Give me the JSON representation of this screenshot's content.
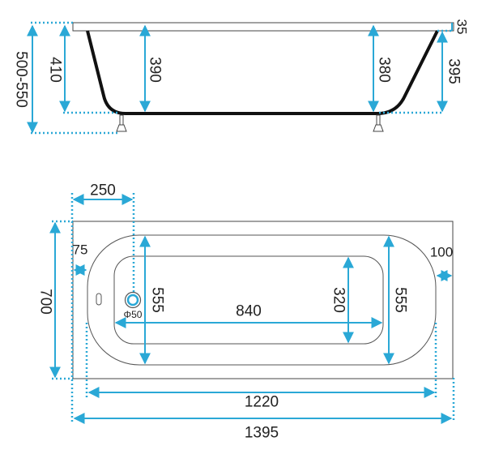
{
  "colors": {
    "dimension": "#2aa8d6",
    "outline": "#111111",
    "thin_outline": "#444444",
    "text": "#222222"
  },
  "side_view": {
    "dims": {
      "overall_height": "500-550",
      "left_depth": "410",
      "inner_left": "390",
      "inner_right": "380",
      "right_depth": "395",
      "rim": "35"
    }
  },
  "top_view": {
    "dims": {
      "drain_offset": "250",
      "width": "700",
      "left_rim": "75",
      "right_rim": "100",
      "drain_diameter": "Φ50",
      "inner_width_left": "555",
      "inner_width_right": "555",
      "bottom_width": "320",
      "bottom_length": "840",
      "inner_length": "1220",
      "overall_length": "1395"
    }
  }
}
